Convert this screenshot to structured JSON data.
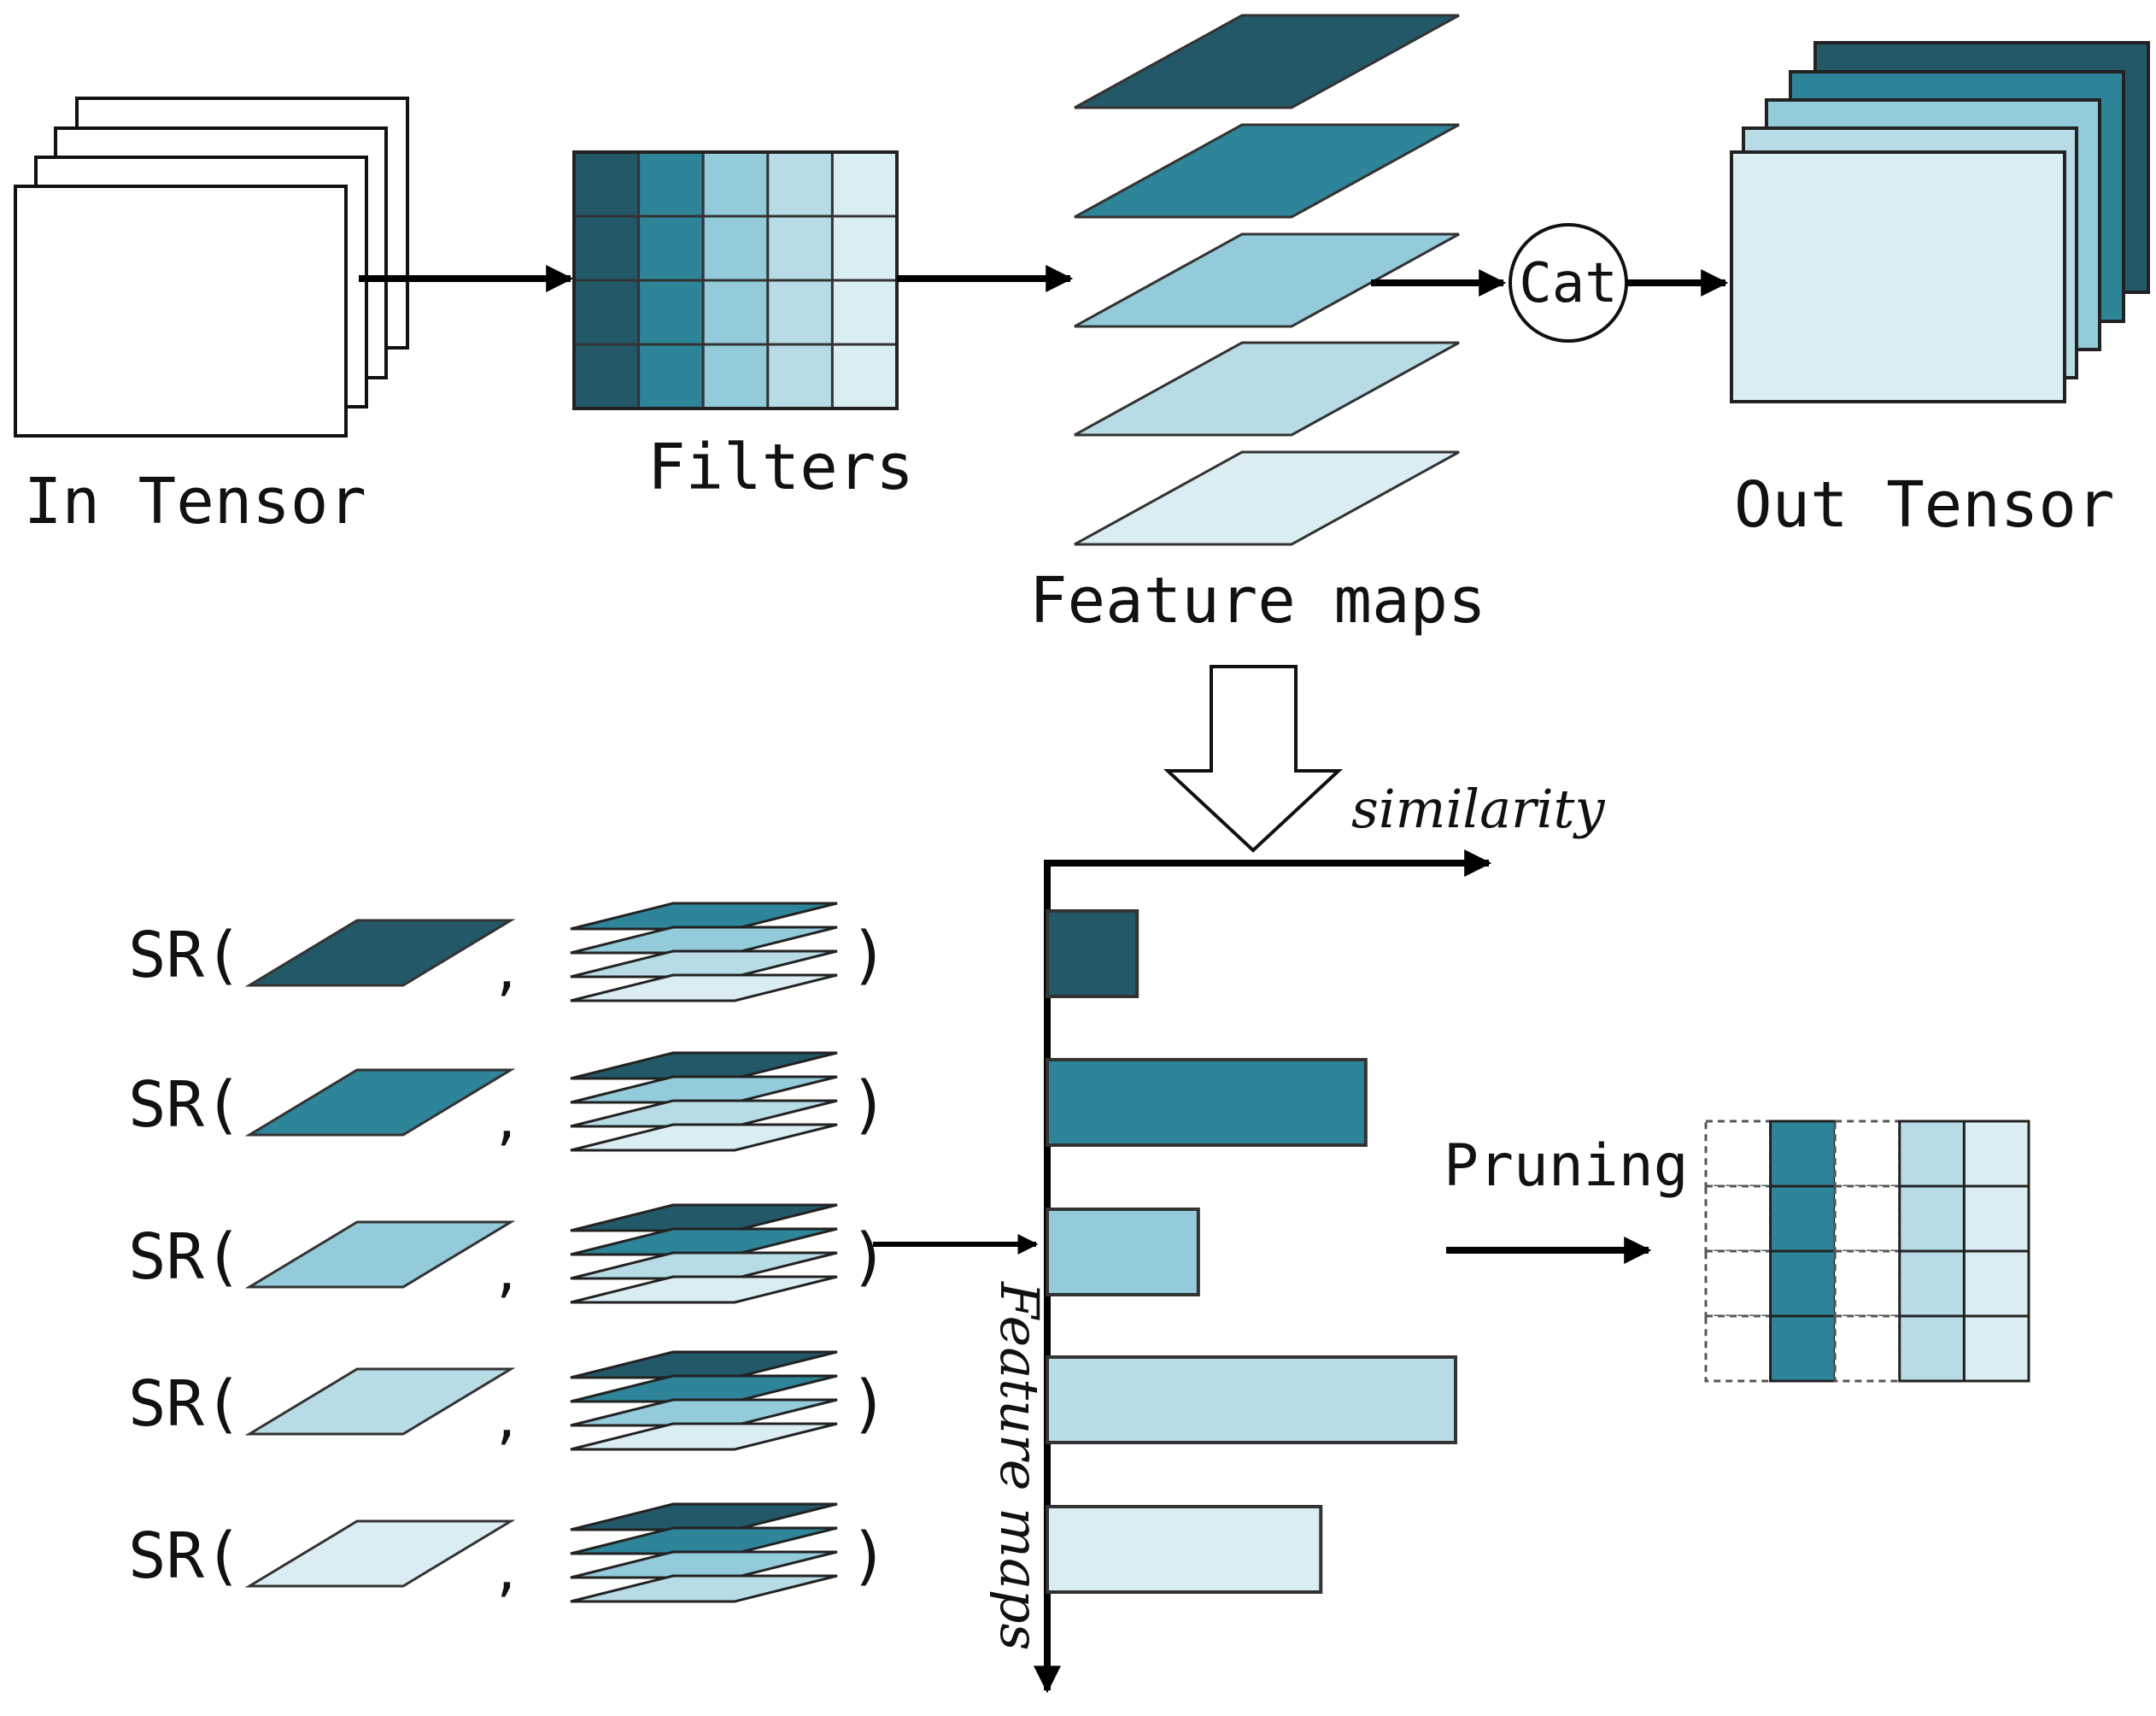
{
  "colors": {
    "c1": "#235868",
    "c2": "#2e8499",
    "c3": "#93cbda",
    "c4": "#b7dce6",
    "c5": "#daedf3",
    "outline": "#3a3a3a",
    "ink": "#000000"
  },
  "labels": {
    "in_tensor": "In Tensor",
    "filters": "Filters",
    "feature_maps": "Feature maps",
    "concat": "Cat",
    "out_tensor": "Out Tensor",
    "x_axis": "similarity",
    "y_axis": "Feature maps",
    "pruning": "Pruning"
  },
  "sr_rows": [
    {
      "func": "SR(",
      "sep": ",",
      "close": ")",
      "target_color": "c1"
    },
    {
      "func": "SR(",
      "sep": ",",
      "close": ")",
      "target_color": "c2"
    },
    {
      "func": "SR(",
      "sep": ",",
      "close": ")",
      "target_color": "c3"
    },
    {
      "func": "SR(",
      "sep": ",",
      "close": ")",
      "target_color": "c4"
    },
    {
      "func": "SR(",
      "sep": ",",
      "close": ")",
      "target_color": "c5"
    }
  ],
  "chart_data": {
    "type": "bar",
    "orientation": "horizontal",
    "xlabel": "similarity",
    "ylabel": "Feature maps",
    "categories": [
      "",
      "",
      "",
      "",
      ""
    ],
    "values": [
      0.22,
      0.78,
      0.37,
      1.0,
      0.67
    ],
    "bar_colors": [
      "c1",
      "c2",
      "c3",
      "c4",
      "c5"
    ]
  },
  "pruned_filters": {
    "columns": [
      "c1",
      "c2",
      "c3",
      "c4",
      "c5"
    ],
    "kept": [
      false,
      true,
      false,
      true,
      true
    ],
    "rows": 4
  }
}
